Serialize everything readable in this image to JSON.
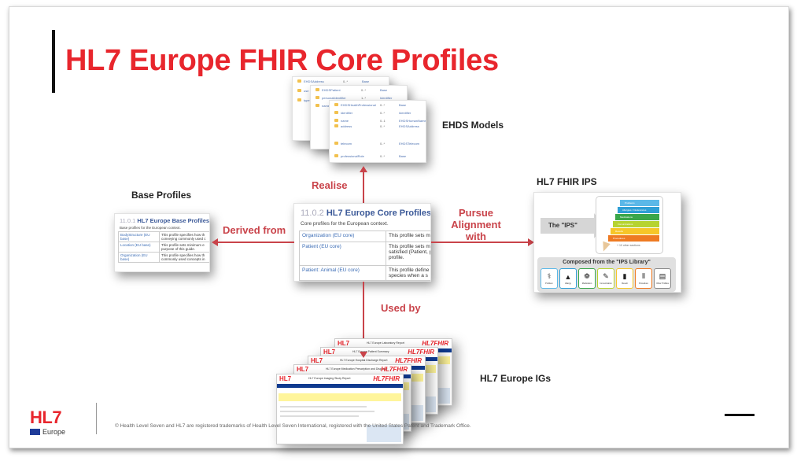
{
  "slide": {
    "title": "HL7 Europe FHIR Core Profiles",
    "labels": {
      "ehds_models": "EHDS Models",
      "base_profiles": "Base Profiles",
      "hl7_fhir_ips": "HL7 FHIR IPS",
      "hl7_europe_igs": "HL7 Europe IGs"
    },
    "relations": {
      "realise": "Realise",
      "derived_from": "Derived from",
      "pursue_alignment_1": "Pursue",
      "pursue_alignment_2": "Alignment",
      "pursue_alignment_3": "with",
      "used_by": "Used by"
    },
    "ehds_cards": [
      {
        "rows": [
          {
            "name": "EHDSAddress",
            "card": "0..*",
            "type": "Base"
          },
          {
            "name": "use",
            "card": "",
            "type": ""
          },
          {
            "name": "type",
            "card": "",
            "type": ""
          }
        ]
      },
      {
        "rows": [
          {
            "name": "EHDSPatient",
            "card": "0..*",
            "type": "Base"
          },
          {
            "name": "personalIdentifier",
            "card": "1..*",
            "type": "Identifier"
          },
          {
            "name": "name",
            "card": "",
            "type": ""
          }
        ]
      },
      {
        "rows": [
          {
            "name": "EHDSHealthProfessional",
            "card": "0..*",
            "type": "Base"
          },
          {
            "name": "identifier",
            "card": "0..*",
            "type": "Identifier"
          },
          {
            "name": "name",
            "card": "0..1",
            "type": "EHDSHumanName"
          },
          {
            "name": "address",
            "card": "0..*",
            "type": "EHDSAddress"
          },
          {
            "name": "telecom",
            "card": "0..*",
            "type": "EHDSTelecom"
          },
          {
            "name": "professionalRole",
            "card": "0..*",
            "type": "Base"
          }
        ]
      }
    ],
    "core": {
      "number": "11.0.2",
      "heading": "HL7 Europe Core Profiles",
      "subtitle": "Core profiles for the European context.",
      "rows": [
        {
          "link": "Organization (EU core)",
          "desc": "This profile sets m"
        },
        {
          "link": "Patient (EU core)",
          "desc": "This profile sets m satisfied (Patient, patient profile."
        },
        {
          "link": "Patient: Animal (EU core)",
          "desc": "This profile define species when a s"
        }
      ]
    },
    "base": {
      "number": "11.0.1",
      "heading": "HL7 Europe Base Profiles",
      "subtitle": "Base profiles for the European context.",
      "rows": [
        {
          "link": "BodyStructure (EU base)",
          "desc": "This profile specifies how th conveying commonly used c"
        },
        {
          "link": "Location (EU base)",
          "desc": "This profile sets minimum e purpose of this guide."
        },
        {
          "link": "Organization (EU base)",
          "desc": "This profile specifies how th commonly used concepts in"
        }
      ]
    },
    "ips": {
      "arrow_text": "The \"IPS\"",
      "bands": [
        {
          "label": "Problems",
          "color": "#5bb8e8"
        },
        {
          "label": "Allergies / Intolerances",
          "color": "#2f9fd6"
        },
        {
          "label": "Medications",
          "color": "#3aa64a"
        },
        {
          "label": "Immunizations",
          "color": "#b6d330"
        },
        {
          "label": "Results",
          "color": "#f6c628"
        },
        {
          "label": "Procedures",
          "color": "#ee7a22"
        }
      ],
      "more_sections": "+ 10 other sections",
      "composed_title": "Composed from the \"IPS Library\"",
      "tiles": [
        {
          "label": "Problem",
          "glyph": "⚕",
          "color": "#5bb8e8"
        },
        {
          "label": "Allergy",
          "glyph": "▲",
          "color": "#2f9fd6"
        },
        {
          "label": "Medication",
          "glyph": "❁",
          "color": "#3aa64a"
        },
        {
          "label": "Immunization",
          "glyph": "✎",
          "color": "#b6d330"
        },
        {
          "label": "Result",
          "glyph": "▮",
          "color": "#f6c628"
        },
        {
          "label": "Procedure",
          "glyph": "⫴",
          "color": "#ee7a22"
        },
        {
          "label": "Other Profiles",
          "glyph": "▤",
          "color": "#888888"
        }
      ]
    },
    "igs": [
      {
        "hl7": "HL7",
        "title": "HL7 Europe Laboratory Report",
        "fhir": "HL7FHIR"
      },
      {
        "hl7": "HL7",
        "title": "HL7 Europe Patient Summary",
        "fhir": "HL7FHIR"
      },
      {
        "hl7": "HL7",
        "title": "HL7 Europe Hospital Discharge Report",
        "fhir": "HL7FHIR"
      },
      {
        "hl7": "HL7",
        "title": "HL7 Europe Medication Prescription and Dispense",
        "fhir": "HL7FHIR"
      },
      {
        "hl7": "HL7",
        "title": "HL7 Europe Imaging Study Report",
        "fhir": "HL7FHIR"
      }
    ],
    "footer": {
      "logo": "HL7",
      "region": "Europe",
      "trademark": "© Health Level Seven and HL7 are registered trademarks of Health Level Seven International, registered with the United States Patent and Trademark Office."
    }
  },
  "colors": {
    "title_red": "#e8262d",
    "relation_red": "#c9434a",
    "link_blue": "#3b6cb5"
  }
}
